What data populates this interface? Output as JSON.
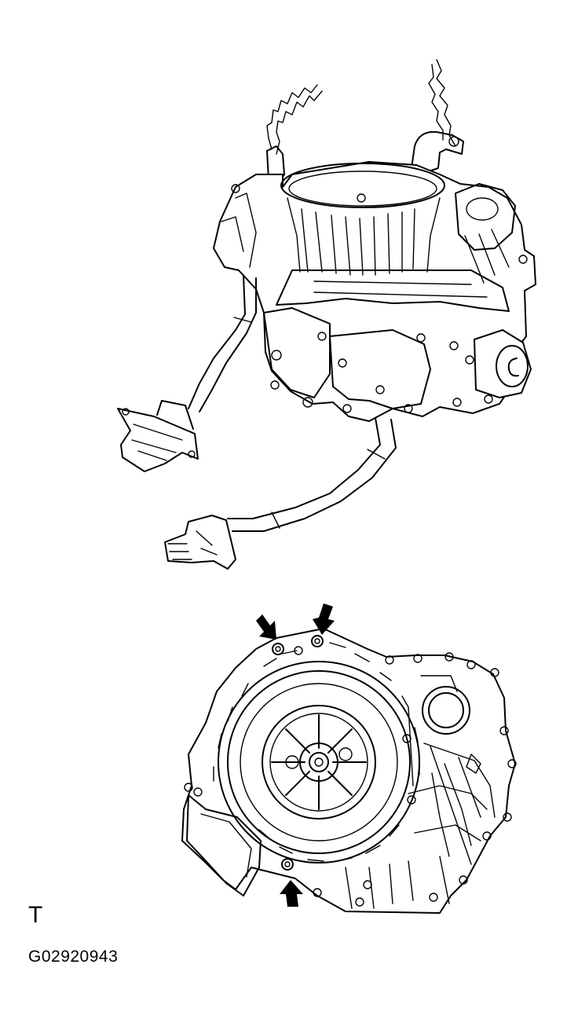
{
  "figure": {
    "marker_letter": "T",
    "figure_id": "G02920943",
    "upper_illustration": "transaxle-hanging-from-chains",
    "lower_illustration": "transaxle-housing-bolt-locations",
    "arrow_count": 3
  }
}
